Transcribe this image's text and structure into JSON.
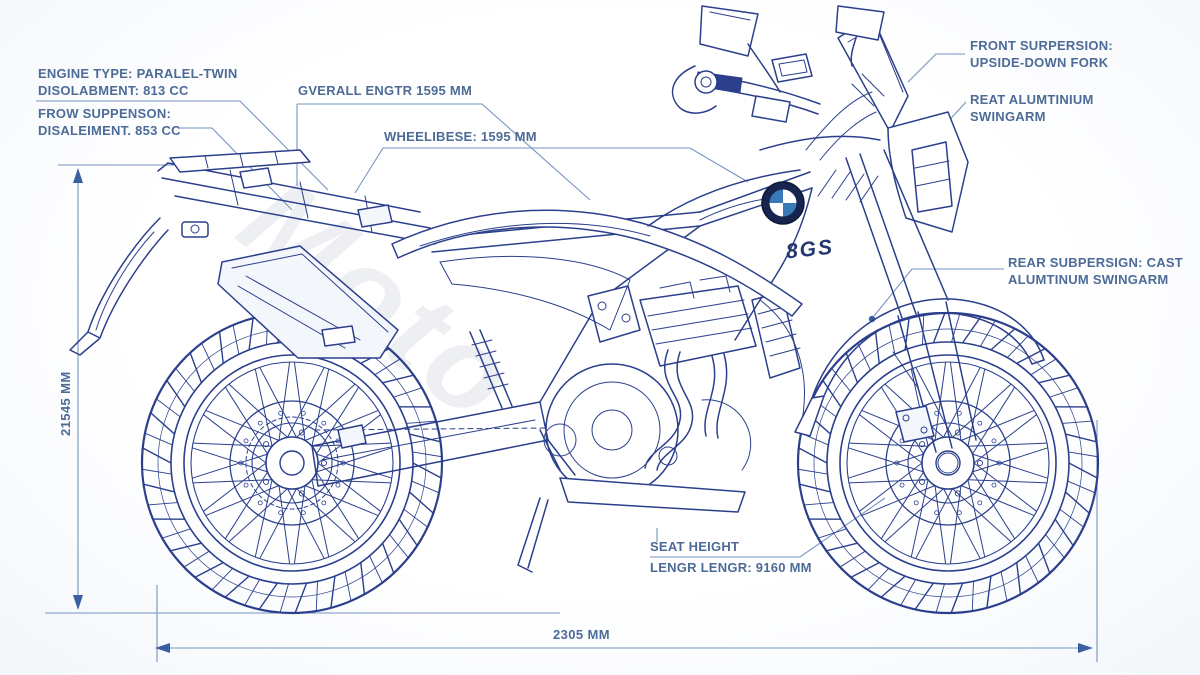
{
  "meta": {
    "title": "Adventure motorcycle technical blueprint diagram"
  },
  "colors": {
    "background": "#fdfdfe",
    "line_art": "#2b3f8c",
    "label_text": "#4d6b97",
    "dimension_line": "#7694c0",
    "arrow": "#3a5fa0",
    "watermark": "rgba(150,158,175,0.17)",
    "roundel_navy": "#16254f",
    "roundel_blue": "#3a79b8"
  },
  "labels": {
    "engine_type": {
      "line1": "ENGINE TYPE: PARALEL-TWIN",
      "line2": "DISOLABMENT: 813 CC"
    },
    "front_suspension_left": {
      "line1": "FROW SUPPENSON:",
      "line2": "DISALEIMENT. 853 CC"
    },
    "overall_length": {
      "line1": "GVERALL ENGTR 1595 MM"
    },
    "wheelbase": {
      "line1": "WHEELIBESE: 1595 MM"
    },
    "front_suspension_right": {
      "line1": "FRONT SURPERSION:",
      "line2": "UPSIDE-DOWN FORK"
    },
    "rear_swingarm_upper": {
      "line1": "REAT ALUMTINIUM",
      "line2": "SWINGARM"
    },
    "rear_suspension": {
      "line1": "REAR SUBPERSIGN: CAST",
      "line2": "ALUMTINUM SWINGARM"
    },
    "seat_height": {
      "line1": "SEAT HEIGHT",
      "line2": "LENGR LENGR: 9160 MM"
    }
  },
  "dimensions": {
    "overall_length": "2305 MM",
    "overall_height": "21545 MM"
  },
  "watermark_text": "Moto",
  "model_badge": "8GS"
}
